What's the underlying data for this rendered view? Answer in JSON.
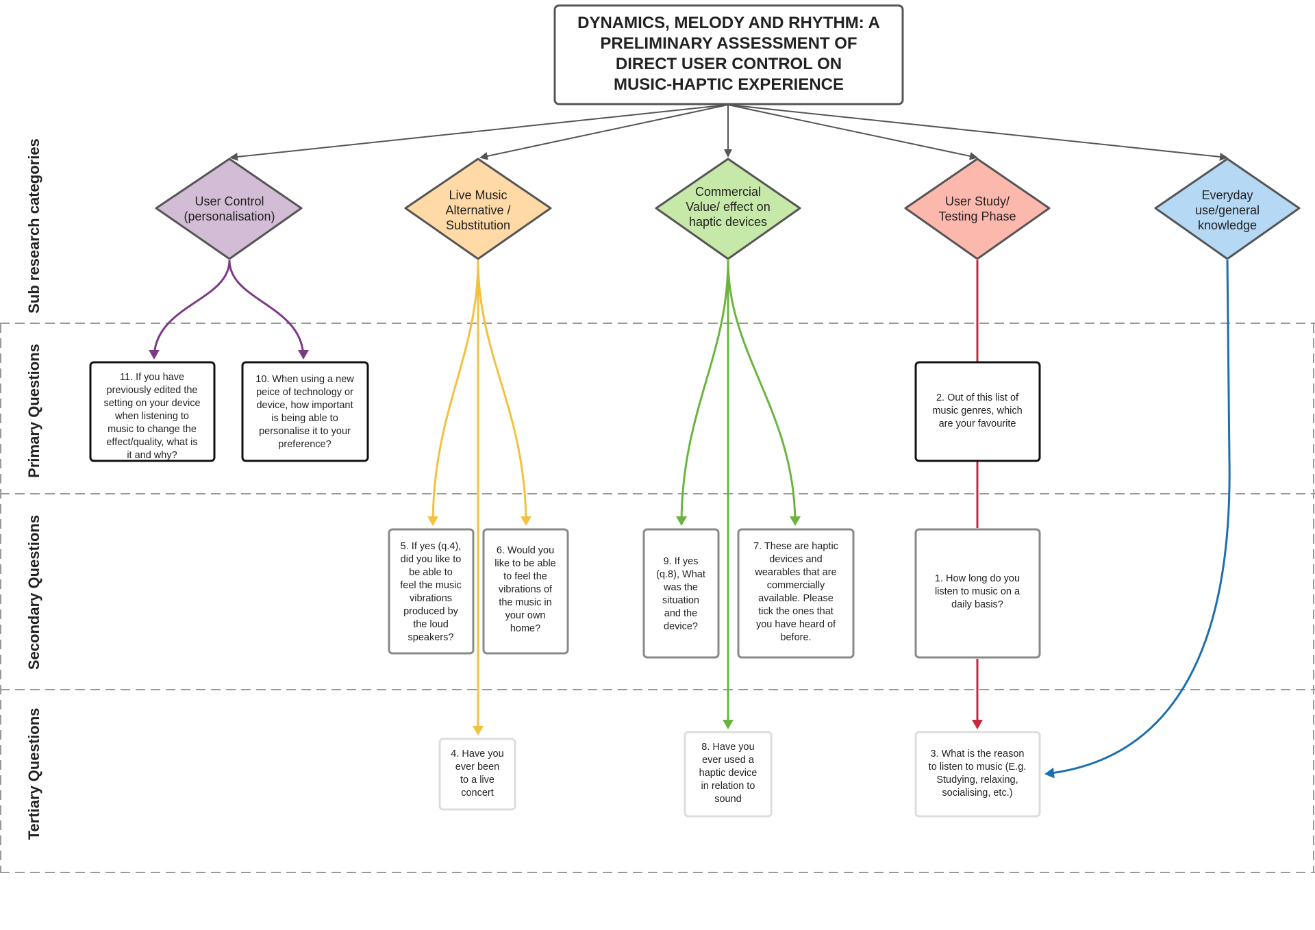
{
  "title": {
    "lines": [
      "DYNAMICS, MELODY AND RHYTHM: A",
      "PRELIMINARY ASSESSMENT OF",
      "DIRECT USER CONTROL ON",
      "MUSIC-HAPTIC EXPERIENCE"
    ]
  },
  "row_labels": {
    "sub": "Sub research categories",
    "primary": "Primary Questions",
    "secondary": "Secondary Questions",
    "tertiary": "Tertiary Questions"
  },
  "categories": [
    {
      "id": "user-control",
      "lines": [
        "User Control",
        "(personalisation)"
      ],
      "color": "#d3bcd5"
    },
    {
      "id": "live-music",
      "lines": [
        "Live Music",
        "Alternative /",
        "Substitution"
      ],
      "color": "#ffd9a6"
    },
    {
      "id": "commercial",
      "lines": [
        "Commercial",
        "Value/ effect on",
        "haptic devices"
      ],
      "color": "#c6e8a8"
    },
    {
      "id": "user-study",
      "lines": [
        "User Study/",
        "Testing Phase"
      ],
      "color": "#fdb8ae"
    },
    {
      "id": "everyday",
      "lines": [
        "Everyday",
        "use/general",
        "knowledge"
      ],
      "color": "#b5d8f4"
    }
  ],
  "questions": {
    "q11": [
      "11. If you have",
      "previously edited the",
      "setting on your device",
      "when  listening to",
      "music to change the",
      "effect/quality, what is",
      "it and why?"
    ],
    "q10": [
      "10. When using a new",
      "peice of technology or",
      "device, how important",
      "is being able to",
      "personalise it to your",
      "preference?"
    ],
    "q2": [
      "2. Out of this list of",
      "music genres, which",
      "are your favourite"
    ],
    "q5": [
      "5. If yes (q.4),",
      "did you like to",
      "be able to",
      "feel the music",
      "vibrations",
      "produced by",
      "the loud",
      "speakers?"
    ],
    "q6": [
      "6. Would you",
      "like to be able",
      "to feel the",
      "vibrations of",
      "the music in",
      "your own",
      "home?"
    ],
    "q9": [
      "9. If yes",
      "(q.8), What",
      "was the",
      "situation",
      "and the",
      "device?"
    ],
    "q7": [
      "7. These are haptic",
      "devices and",
      "wearables that are",
      "commercially",
      "available. Please",
      "tick the ones that",
      "you have heard of",
      "before."
    ],
    "q1": [
      "1. How long do you",
      "listen to music on a",
      "daily basis?"
    ],
    "q4": [
      "4. Have you",
      "ever been",
      "to a live",
      "concert"
    ],
    "q8": [
      "8. Have you",
      "ever used a",
      "haptic device",
      "in relation to",
      "sound"
    ],
    "q3": [
      "3. What is the reason",
      "to listen to music (E.g.",
      "Studying, relaxing,",
      "socialising, etc.)"
    ]
  },
  "colors": {
    "purple_connector": "#7b3a86",
    "yellow_connector": "#f4c13c",
    "green_connector": "#6ab43e",
    "red_connector": "#c6283d",
    "blue_connector": "#1b6fb0",
    "dark_arrow": "#555555"
  }
}
